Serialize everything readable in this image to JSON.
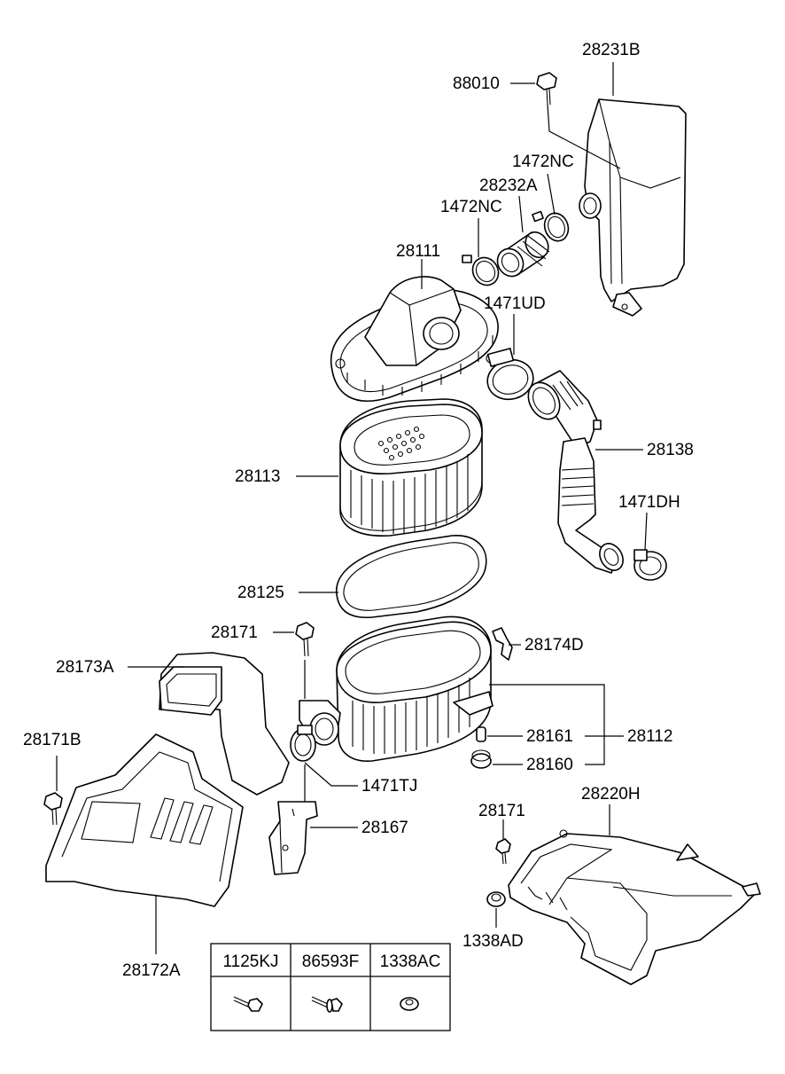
{
  "callouts": {
    "c28231B": "28231B",
    "c88010": "88010",
    "c1472NC_a": "1472NC",
    "c28232A": "28232A",
    "c1472NC_b": "1472NC",
    "c28111": "28111",
    "c1471UD": "1471UD",
    "c28138": "28138",
    "c28113": "28113",
    "c1471DH": "1471DH",
    "c28125": "28125",
    "c28171_a": "28171",
    "c28174D": "28174D",
    "c28173A": "28173A",
    "c28161": "28161",
    "c28112": "28112",
    "c28171B": "28171B",
    "c28160": "28160",
    "c1471TJ": "1471TJ",
    "c28220H": "28220H",
    "c28167": "28167",
    "c28171_b": "28171",
    "c1338AD": "1338AD",
    "c28172A": "28172A"
  },
  "fastener_table": {
    "headers": [
      "1125KJ",
      "86593F",
      "1338AC"
    ],
    "icons": [
      "bolt-flange-icon",
      "bolt-washer-icon",
      "clip-nut-icon"
    ]
  }
}
